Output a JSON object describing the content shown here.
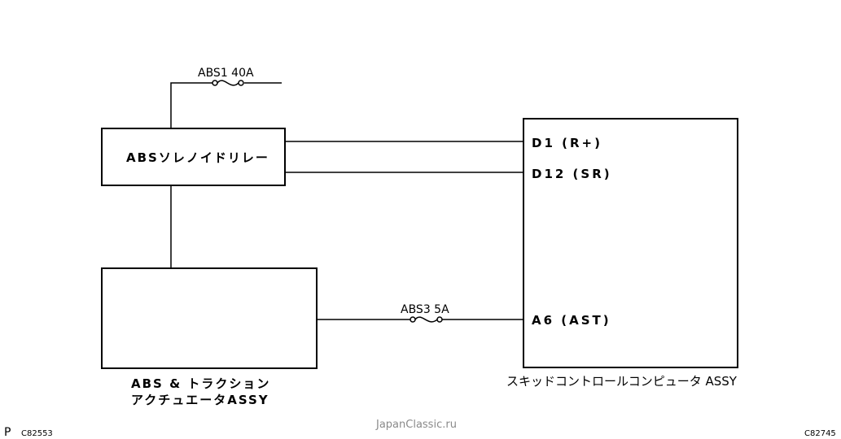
{
  "fuses": {
    "abs1": "ABS1 40A",
    "abs3": "ABS3 5A"
  },
  "components": {
    "relay": "ABSソレノイドリレー",
    "actuator_line1": "ABS & トラクション",
    "actuator_line2": "アクチュエータASSY",
    "computer": "スキッドコントロールコンピュータ ASSY"
  },
  "pins": {
    "d1": "D1 (R+)",
    "d12": "D12 (SR)",
    "a6": "A6 (AST)"
  },
  "footer": {
    "page_letter": "P",
    "code_left": "C82553",
    "watermark": "JapanClassic.ru",
    "code_right": "C82745"
  }
}
